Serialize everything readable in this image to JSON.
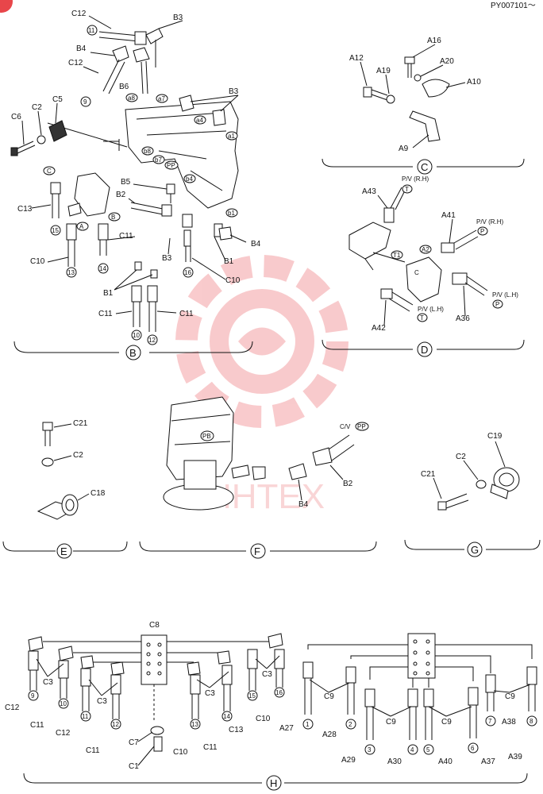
{
  "header": {
    "doc_code": "PY007101〜"
  },
  "watermark": {
    "text": "HHTEX",
    "color": "#e8464a"
  },
  "sections": {
    "B": {
      "title": "B",
      "labels": {
        "C12": "C12",
        "B3": "B3",
        "B4": "B4",
        "C12b": "C12",
        "B6": "B6",
        "B3b": "B3",
        "C6": "C6",
        "C2": "C2",
        "C5": "C5",
        "C13": "C13",
        "B5": "B5",
        "B2": "B2",
        "B4b": "B4",
        "C11": "C11",
        "B3c": "B3",
        "B1": "B1",
        "C10": "C10",
        "C10b": "C10",
        "B1b": "B1",
        "C11b": "C11",
        "C11c": "C11"
      },
      "nums": {
        "n11": "11",
        "n9": "9",
        "n15": "15",
        "n13": "13",
        "n14": "14",
        "n16": "16",
        "n10": "10",
        "n12": "12"
      },
      "ports": {
        "a8": "a8",
        "a7": "a7",
        "a4": "a4",
        "a1": "a1",
        "b8": "b8",
        "b7": "b7",
        "pp": "PP",
        "b4": "b4",
        "b1": "b1",
        "c": "C",
        "A": "A",
        "B": "B"
      }
    },
    "C": {
      "title": "C",
      "labels": {
        "A16": "A16",
        "A12": "A12",
        "A19": "A19",
        "A20": "A20",
        "A10": "A10",
        "A9": "A9"
      }
    },
    "D": {
      "title": "D",
      "labels": {
        "A43": "A43",
        "pvrh1": "P/V (R.H)",
        "A41": "A41",
        "pvrh2": "P/V (R.H)",
        "pvlh1": "P/V (L.H)",
        "pvlh2": "P/V (L.H)",
        "A42": "A42",
        "A36": "A36"
      },
      "ports": {
        "T1": "T",
        "P1": "P",
        "P2": "P",
        "T2": "T",
        "T3": "T1",
        "A2": "A2",
        "C": "C"
      }
    },
    "E": {
      "title": "E",
      "labels": {
        "C21": "C21",
        "C2": "C2",
        "C18": "C18"
      }
    },
    "F": {
      "title": "F",
      "labels": {
        "cvpp": "C/V",
        "pp": "PP",
        "pb": "PB",
        "B2": "B2",
        "B4": "B4"
      }
    },
    "G": {
      "title": "G",
      "labels": {
        "C19": "C19",
        "C2": "C2",
        "C21": "C21"
      }
    },
    "H": {
      "title": "H",
      "labels": {
        "C8": "C8",
        "C3a": "C3",
        "C3b": "C3",
        "C3c": "C3",
        "C3d": "C3",
        "C12": "C12",
        "C11": "C11",
        "C12b": "C12",
        "C11b": "C11",
        "C7": "C7",
        "C1": "C1",
        "C10": "C10",
        "C11c": "C11",
        "C13": "C13",
        "C10b": "C10",
        "A27": "A27",
        "C9a": "C9",
        "A28": "A28",
        "A29": "A29",
        "C9b": "C9",
        "A30": "A30",
        "A40": "A40",
        "C9c": "C9",
        "A37": "A37",
        "A38": "A38",
        "C9d": "C9",
        "A39": "A39"
      },
      "nums": {
        "n9": "9",
        "n10": "10",
        "n11": "11",
        "n12": "12",
        "n13": "13",
        "n14": "14",
        "n15": "15",
        "n16": "16",
        "m1": "1",
        "m2": "2",
        "m3": "3",
        "m4": "4",
        "m5": "5",
        "m6": "6",
        "m7": "7",
        "m8": "8"
      }
    }
  }
}
